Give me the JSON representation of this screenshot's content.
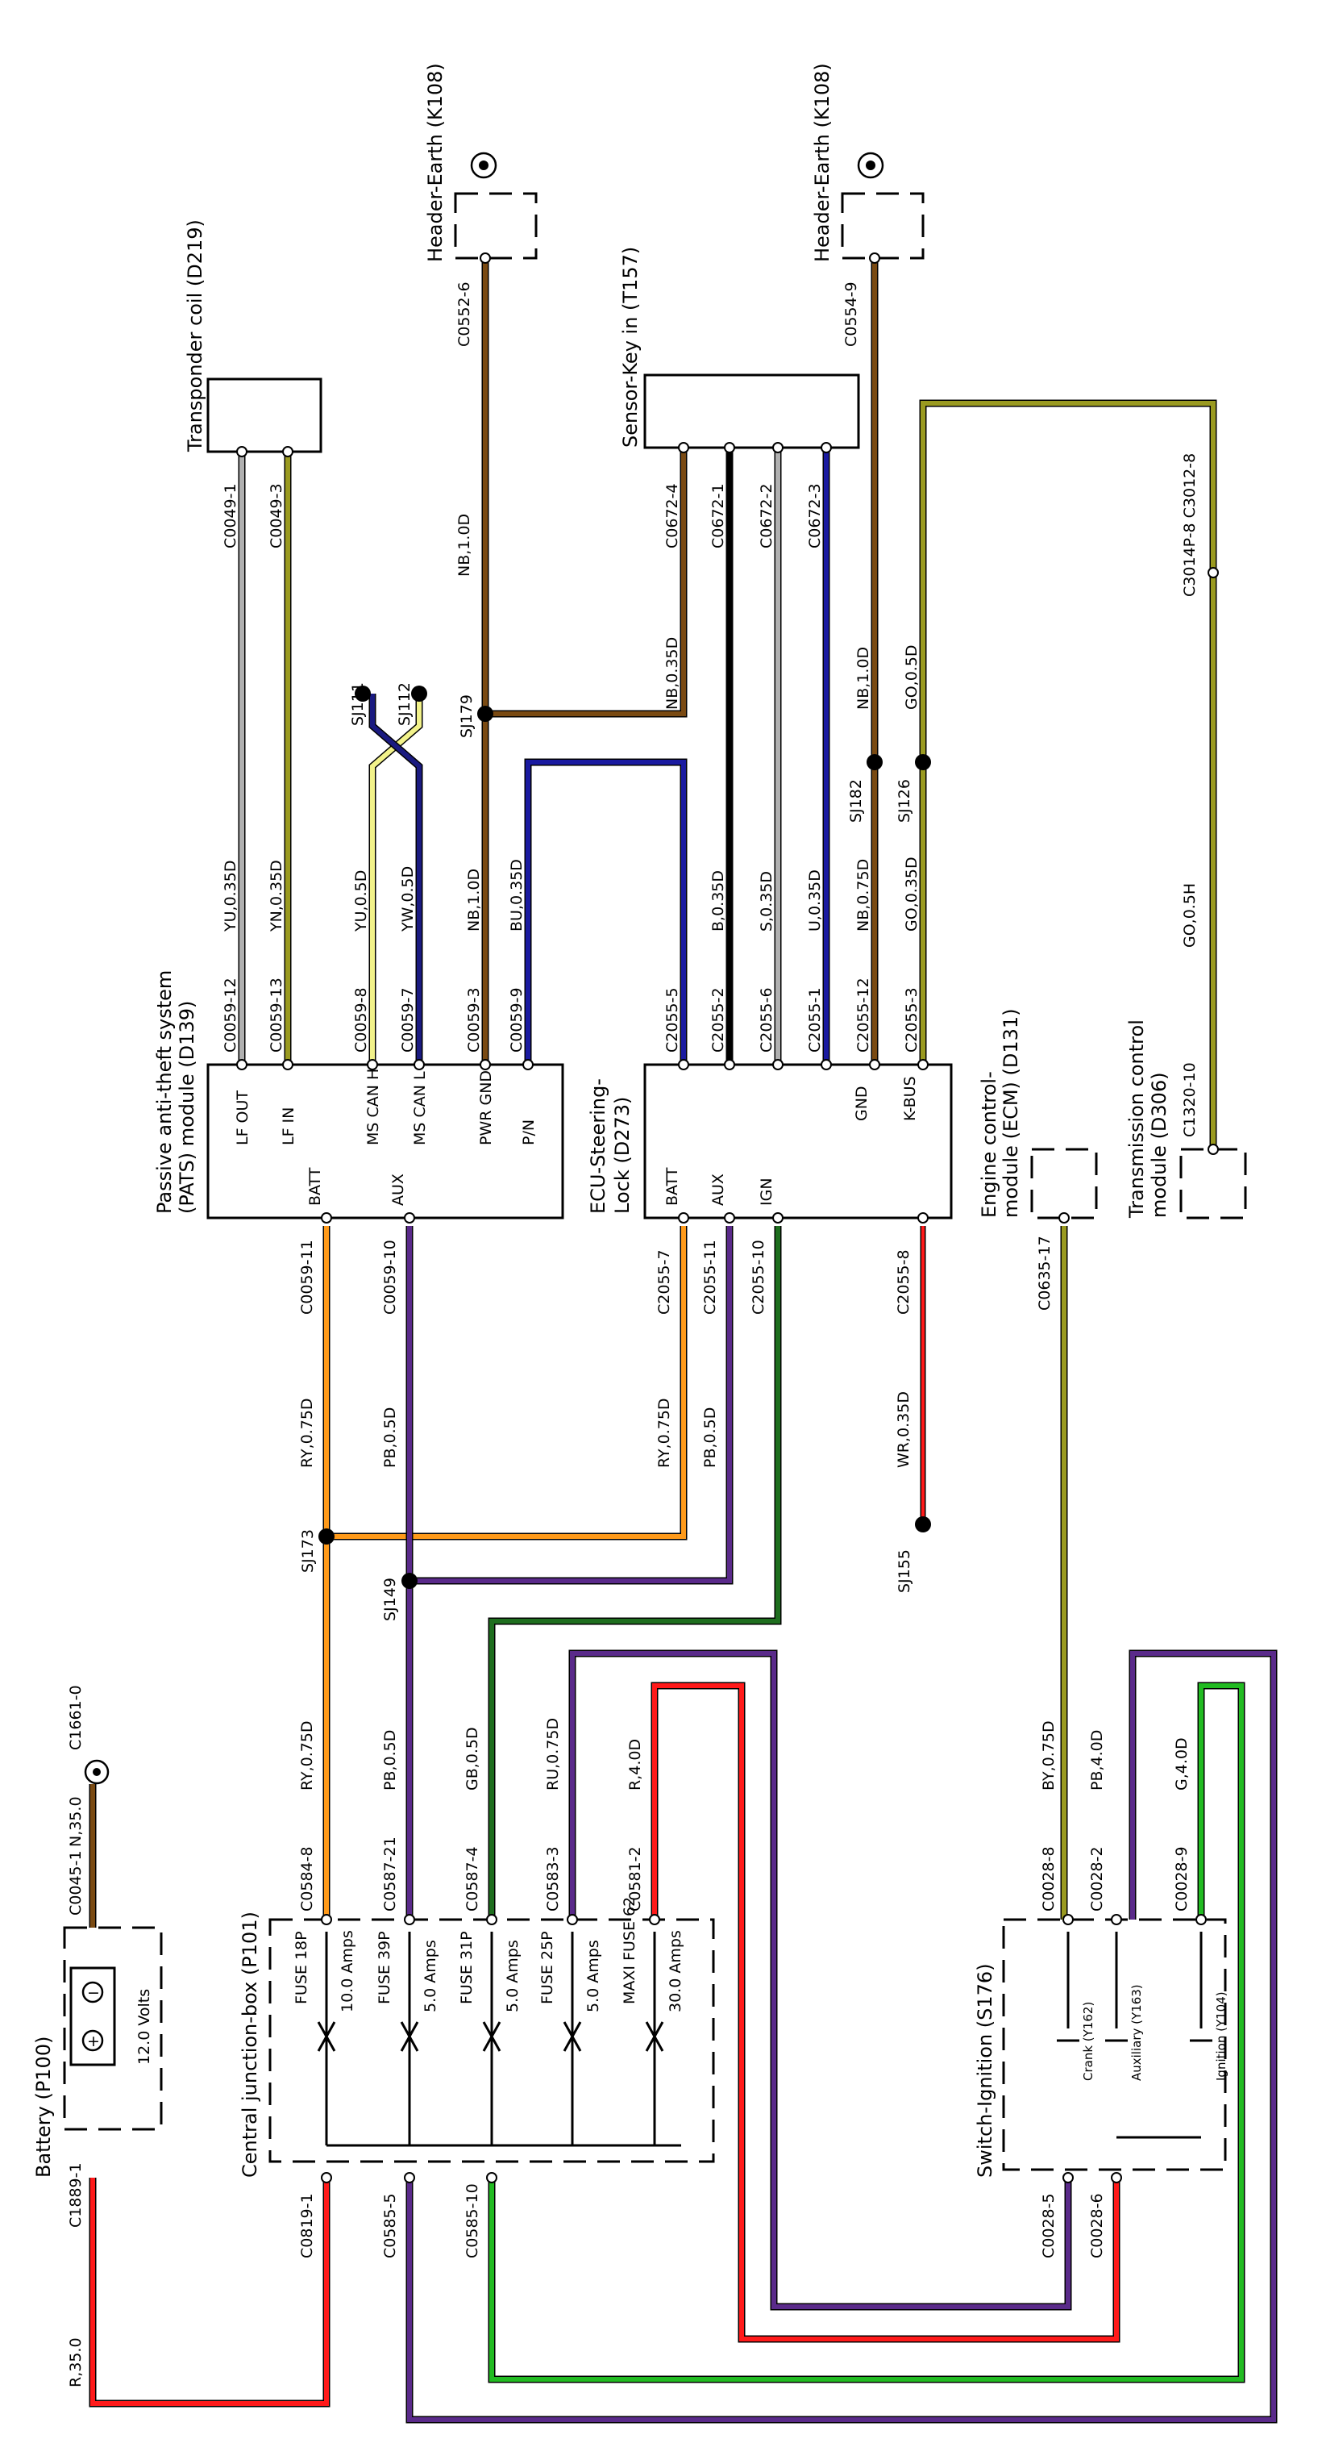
{
  "colors": {
    "red": "#ff1a1a",
    "brown": "#7a4a12",
    "orange": "#ff9a1a",
    "purple": "#5a2a8a",
    "green_dark": "#1e6e1e",
    "green": "#22bb22",
    "blue": "#1a1aa0",
    "olive": "#9a9a20",
    "grey": "#b0b0b0",
    "black": "#000000"
  },
  "components": {
    "battery": {
      "name": "Battery (P100)",
      "voltage": "12.0 Volts",
      "left_pin": "C1889-1",
      "right_pin": "C0045-1",
      "earth_pin": "C1661-0"
    },
    "cjb": {
      "name": "Central junction-box (P101)"
    },
    "pats": {
      "name_1": "Passive anti-theft system",
      "name_2": "(PATS) module (D139)"
    },
    "ecu": {
      "name_1": "ECU-Steering-",
      "name_2": "Lock (D273)"
    },
    "transponder": {
      "name": "Transponder coil (D219)"
    },
    "sensor_key": {
      "name": "Sensor-Key in (T157)"
    },
    "header_earth_1": {
      "name": "Header-Earth (K108)",
      "pin": "C0552-6"
    },
    "header_earth_2": {
      "name": "Header-Earth (K108)",
      "pin": "C0554-9"
    },
    "ecm": {
      "name_1": "Engine control-",
      "name_2": "module (ECM) (D131)",
      "pin": "C0635-17"
    },
    "tcm": {
      "name_1": "Transmission control",
      "name_2": "module (D306)",
      "pin": "C1320-10",
      "inline": "C3014P-8 C3012-8",
      "wire": "GO,0.5H"
    },
    "switch_ignition": {
      "name": "Switch-Ignition (S176)"
    }
  },
  "battery_wires": {
    "left": "R,35.0",
    "right": "N,35.0"
  },
  "fuses": [
    {
      "name": "FUSE 18P",
      "amps": "10.0 Amps"
    },
    {
      "name": "FUSE 39P",
      "amps": "5.0 Amps"
    },
    {
      "name": "FUSE 31P",
      "amps": "5.0 Amps"
    },
    {
      "name": "FUSE 25P",
      "amps": "5.0 Amps"
    },
    {
      "name": "MAXI FUSE 62",
      "amps": "30.0 Amps"
    }
  ],
  "cjb_top_pins": [
    "C0584-8",
    "C0587-21",
    "C0587-4",
    "C0583-3",
    "C0581-2"
  ],
  "cjb_top_wires": [
    "RY,0.75D",
    "PB,0.5D",
    "GB,0.5D",
    "RU,0.75D",
    "R,4.0D"
  ],
  "cjb_bottom_pins": [
    "C0819-1",
    "C0585-5",
    "C0585-10"
  ],
  "pats_pins": {
    "top": [
      "LF OUT",
      "LF IN",
      "MS CAN H",
      "MS CAN L",
      "PWR GND",
      "P/N"
    ],
    "connectors": [
      "C0059-12",
      "C0059-13",
      "C0059-8",
      "C0059-7",
      "C0059-3",
      "C0059-9"
    ],
    "wires": [
      "YU,0.35D",
      "YN,0.35D",
      "YU,0.5D",
      "YW,0.5D",
      "NB,1.0D",
      "BU,0.35D"
    ],
    "bottom": [
      "BATT",
      "AUX"
    ],
    "bottom_connectors": [
      "C0059-11",
      "C0059-10"
    ],
    "bottom_wires": [
      "RY,0.75D",
      "PB,0.5D"
    ]
  },
  "ecu_pins": {
    "top": [
      "GND",
      "K-BUS"
    ],
    "connectors": [
      "C2055-5",
      "C2055-2",
      "C2055-6",
      "C2055-1",
      "C2055-12",
      "C2055-3"
    ],
    "wires": [
      "B,0.35D",
      "S,0.35D",
      "U,0.35D",
      "NB,0.75D",
      "GO,0.35D"
    ],
    "bottom": [
      "BATT",
      "AUX",
      "IGN"
    ],
    "bottom_connectors": [
      "C2055-7",
      "C2055-11",
      "C2055-10",
      "C2055-8"
    ],
    "bottom_wires": [
      "RY,0.75D",
      "PB,0.5D",
      "WR,0.35D"
    ]
  },
  "transponder_pins": [
    "C0049-1",
    "C0049-3"
  ],
  "sensor_pins": [
    "C0672-4",
    "C0672-1",
    "C0672-2",
    "C0672-3"
  ],
  "sensor_wires": [
    "NB,0.35D",
    "NB,1.0D",
    "GO,0.5D"
  ],
  "earth1_wire": "NB,1.0D",
  "splices": [
    "SJ111",
    "SJ112",
    "SJ179",
    "SJ182",
    "SJ126",
    "SJ173",
    "SJ149",
    "SJ155"
  ],
  "switch_pins": {
    "top": [
      "C0028-8",
      "C0028-2",
      "C0028-9"
    ],
    "wires": [
      "BY,0.75D",
      "PB,4.0D",
      "G,4.0D"
    ],
    "contacts": [
      "Crank (Y162)",
      "Auxiliary (Y163)",
      "Ignition (Y104)"
    ],
    "bottom": [
      "C0028-5",
      "C0028-6"
    ]
  }
}
